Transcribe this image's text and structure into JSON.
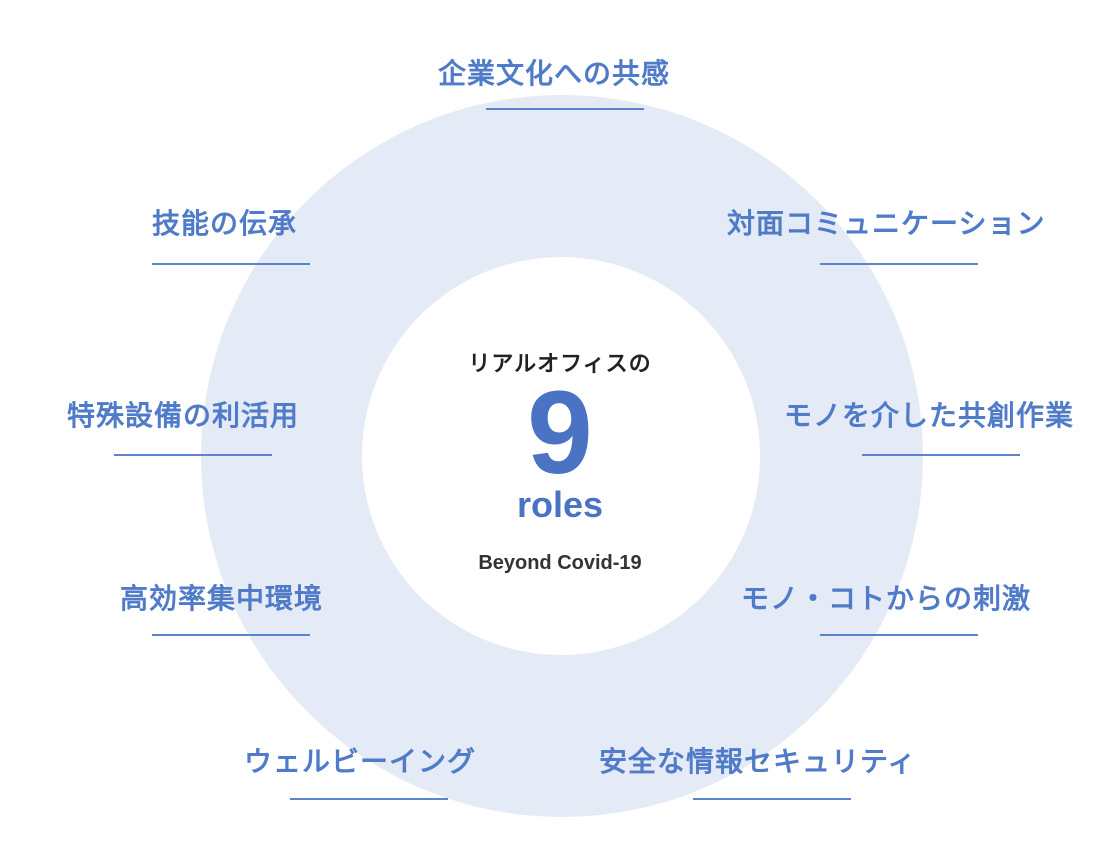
{
  "colors": {
    "accent": "#4f7bc8",
    "number": "#4a73c4",
    "ring": "#e5ebf6",
    "underline": "#5b84cf"
  },
  "center": {
    "kicker": "リアルオフィスの",
    "number": "9",
    "unit": "roles",
    "subtitle": "Beyond Covid-19"
  },
  "roles": [
    "企業文化への共感",
    "対面コミュニケーション",
    "モノを介した共創作業",
    "モノ・コトからの刺激",
    "安全な情報セキュリティ",
    "ウェルビーイング",
    "高効率集中環境",
    "特殊設備の利活用",
    "技能の伝承"
  ]
}
